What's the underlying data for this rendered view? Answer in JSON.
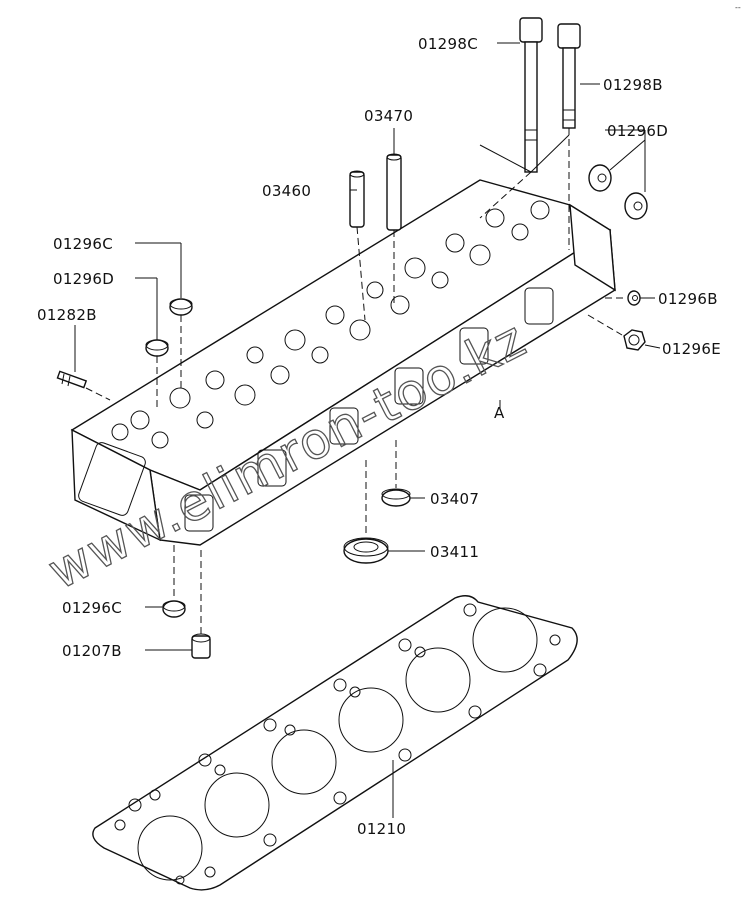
{
  "parts": {
    "p01298C": "01298C",
    "p01298B": "01298B",
    "p03470": "03470",
    "p01296D_top": "01296D",
    "p03460": "03460",
    "p01296C_left": "01296C",
    "p01296D_left": "01296D",
    "p01282B": "01282B",
    "p01296B": "01296B",
    "p01296E": "01296E",
    "pA": "A",
    "p03407": "03407",
    "p03411": "03411",
    "p01296C_bottom": "01296C",
    "p01207B": "01207B",
    "p01210": "01210"
  },
  "watermark": "www.elimron-too.kz",
  "corner_mark": "--"
}
